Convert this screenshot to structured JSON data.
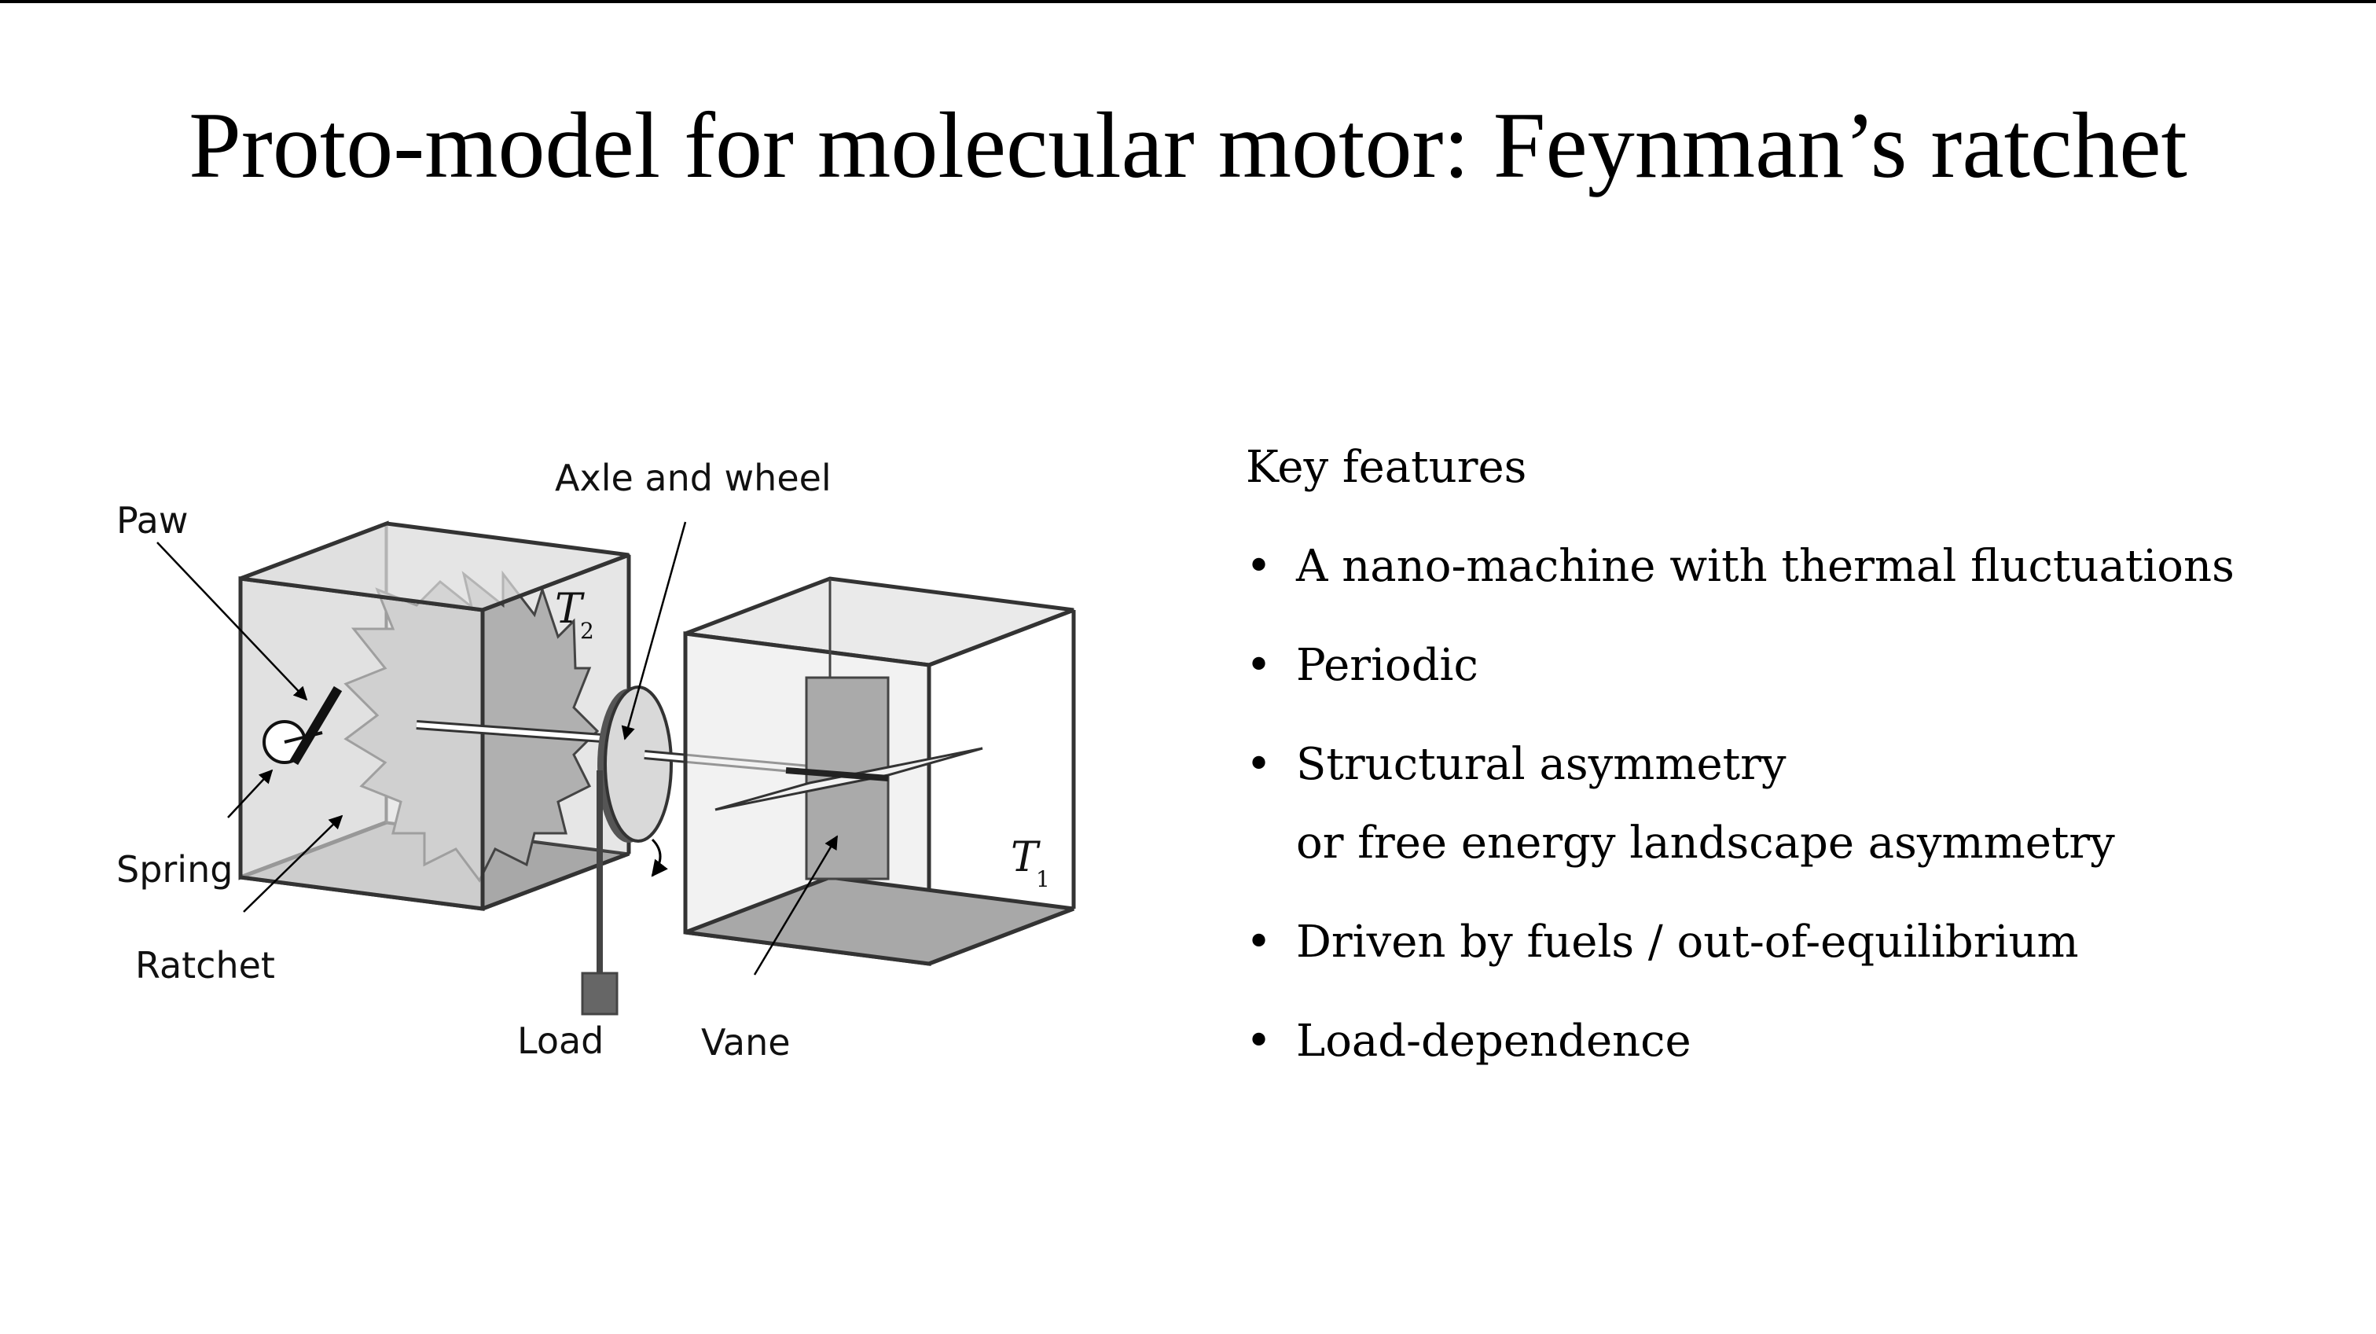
{
  "slide": {
    "title": "Proto-model for molecular motor: Feynman’s ratchet"
  },
  "diagram": {
    "labels": {
      "paw": "Paw",
      "axle_and_wheel": "Axle and wheel",
      "spring": "Spring",
      "ratchet": "Ratchet",
      "load": "Load",
      "vane": "Vane",
      "t2_symbol": "T",
      "t2_subscript": "2",
      "t1_symbol": "T",
      "t1_subscript": "1"
    }
  },
  "features": {
    "heading": "Key features",
    "bullet_glyph": "•",
    "items": [
      {
        "text": "A nano-machine with thermal fluctuations",
        "line2": ""
      },
      {
        "text": "Periodic",
        "line2": ""
      },
      {
        "text": "Structural asymmetry",
        "line2": "or free energy landscape asymmetry"
      },
      {
        "text": "Driven by fuels / out-of-equilibrium",
        "line2": ""
      },
      {
        "text": "Load-dependence",
        "line2": ""
      }
    ]
  }
}
